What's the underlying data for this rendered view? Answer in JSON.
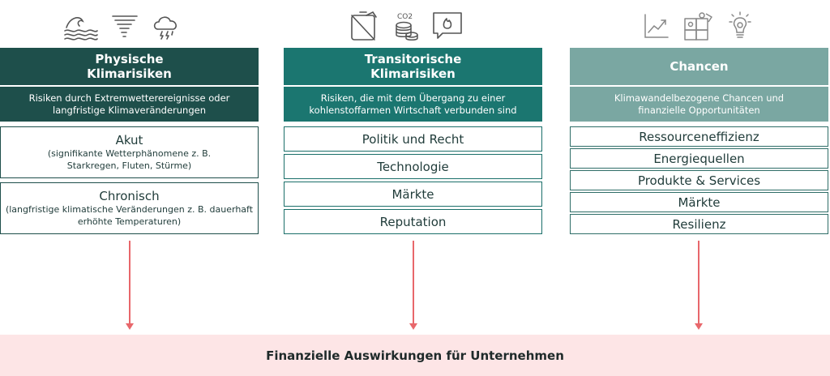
{
  "columns": [
    {
      "title": "Physische Klimarisiken",
      "subtitle": "Risiken durch Extremwetterereignisse oder langfristige Klimaveränderungen",
      "icons": [
        "waves-icon",
        "tornado-icon",
        "storm-cloud-icon"
      ],
      "items": [
        {
          "label": "Akut",
          "detail": "(signifikante Wetterphänomene z. B. Starkregen, Fluten, Stürme)"
        },
        {
          "label": "Chronisch",
          "detail": "(langfristige klimatische Veränderungen z. B. dauerhaft erhöhte Temperaturen)"
        }
      ]
    },
    {
      "title": "Transitorische Klimarisiken",
      "subtitle": "Risiken, die mit dem Übergang zu einer kohlenstoffarmen Wirtschaft verbunden sind",
      "icons": [
        "no-fuel-icon",
        "co2-coins-icon",
        "fire-message-icon"
      ],
      "co2_label": "CO2",
      "items": [
        {
          "label": "Politik und Recht"
        },
        {
          "label": "Technologie"
        },
        {
          "label": "Märkte"
        },
        {
          "label": "Reputation"
        }
      ]
    },
    {
      "title": "Chancen",
      "subtitle": "Klimawandelbezogene Chancen und finanzielle Opportunitäten",
      "icons": [
        "growth-chart-icon",
        "puzzle-icon",
        "lightbulb-icon"
      ],
      "items": [
        {
          "label": "Ressourceneffizienz"
        },
        {
          "label": "Energiequellen"
        },
        {
          "label": "Produkte & Services"
        },
        {
          "label": "Märkte"
        },
        {
          "label": "Resilienz"
        }
      ]
    }
  ],
  "bottom_label": "Finanzielle Auswirkungen für Unternehmen",
  "colors": {
    "physical": "#1e4f4b",
    "transitional": "#1b7670",
    "opportunities": "#7aa7a2",
    "arrow": "#e8676b",
    "bottom_band": "#fde5e6"
  }
}
